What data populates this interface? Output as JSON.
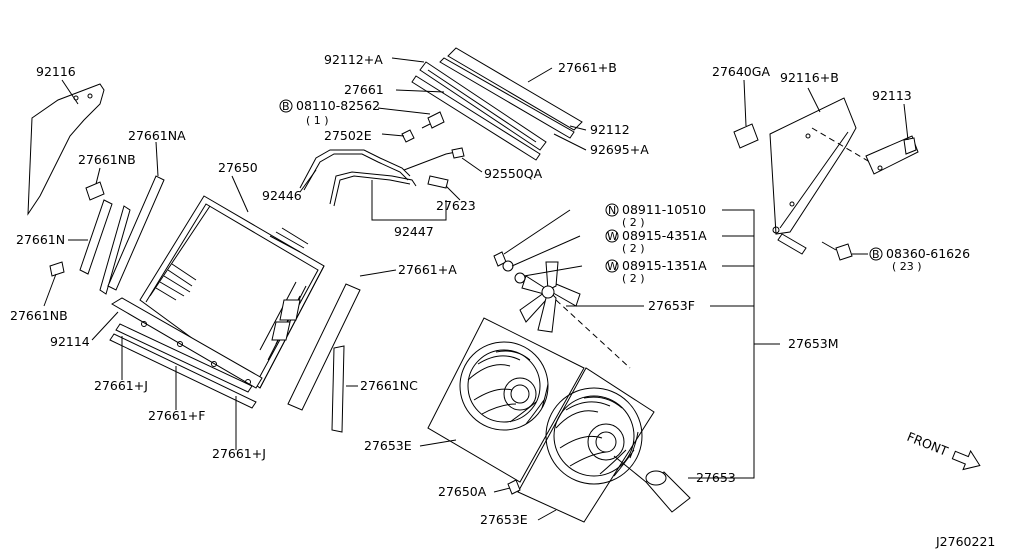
{
  "diagram": {
    "code": "J2760221",
    "front_label": "FRONT",
    "labels": {
      "p92116": "92116",
      "p27661NA": "27661NA",
      "p27661NB_top": "27661NB",
      "p27661N": "27661N",
      "p27661NB_bot": "27661NB",
      "p92114": "92114",
      "p27661J_a": "27661+J",
      "p27661F": "27661+F",
      "p27661J_b": "27661+J",
      "p27650": "27650",
      "p92446": "92446",
      "p92112A": "92112+A",
      "p27661": "27661",
      "p08110": "08110-82562",
      "p08110_q": "( 1 )",
      "p27502E": "27502E",
      "p27661B": "27661+B",
      "p92112": "92112",
      "p92695A": "92695+A",
      "p92550QA": "92550QA",
      "p27623": "27623",
      "p92447": "92447",
      "p27661A": "27661+A",
      "p27661NC": "27661NC",
      "p27653E_a": "27653E",
      "p27650A": "27650A",
      "p27653E_b": "27653E",
      "p27653": "27653",
      "p27653F": "27653F",
      "p27653M": "27653M",
      "p08911": "08911-10510",
      "p08911_q": "( 2 )",
      "p08915_4351A": "08915-4351A",
      "p08915_4351A_q": "( 2 )",
      "p08915_1351A": "08915-1351A",
      "p08915_1351A_q": "( 2 )",
      "p27640GA": "27640GA",
      "p92116B": "92116+B",
      "p92113": "92113",
      "p08360": "08360-61626",
      "p08360_q": "( 23 )"
    },
    "prefix": {
      "B": "B",
      "N": "N",
      "W": "W"
    }
  }
}
